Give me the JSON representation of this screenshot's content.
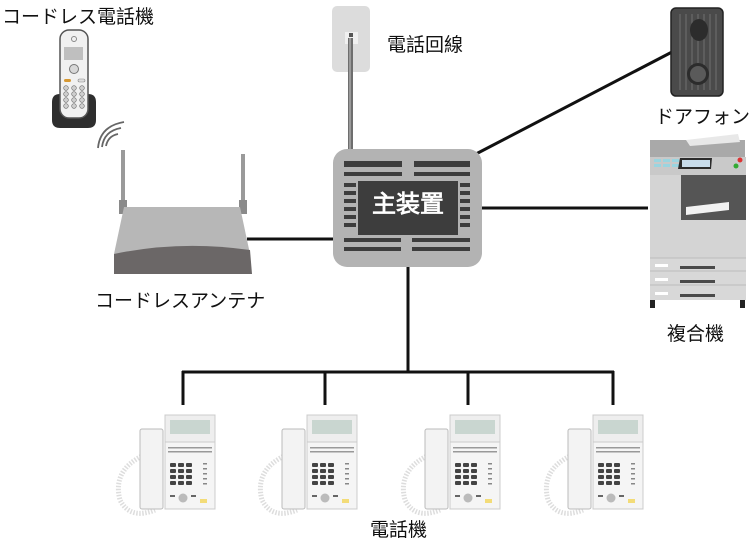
{
  "diagram": {
    "type": "telephone-system-network",
    "center": {
      "label": "主装置"
    },
    "nodes": [
      {
        "id": "phone-line",
        "label": "電話回線"
      },
      {
        "id": "cordless-phone",
        "label": "コードレス電話機"
      },
      {
        "id": "cordless-antenna",
        "label": "コードレスアンテナ"
      },
      {
        "id": "door-phone",
        "label": "ドアフォン"
      },
      {
        "id": "multifunction-printer",
        "label": "複合機"
      },
      {
        "id": "desk-phones",
        "label": "電話機",
        "count": 4
      }
    ],
    "colors": {
      "line": "#111111",
      "main_unit_body": "#b3b3b3",
      "main_unit_panel": "#3d3d3d",
      "main_unit_text": "#ffffff"
    }
  }
}
